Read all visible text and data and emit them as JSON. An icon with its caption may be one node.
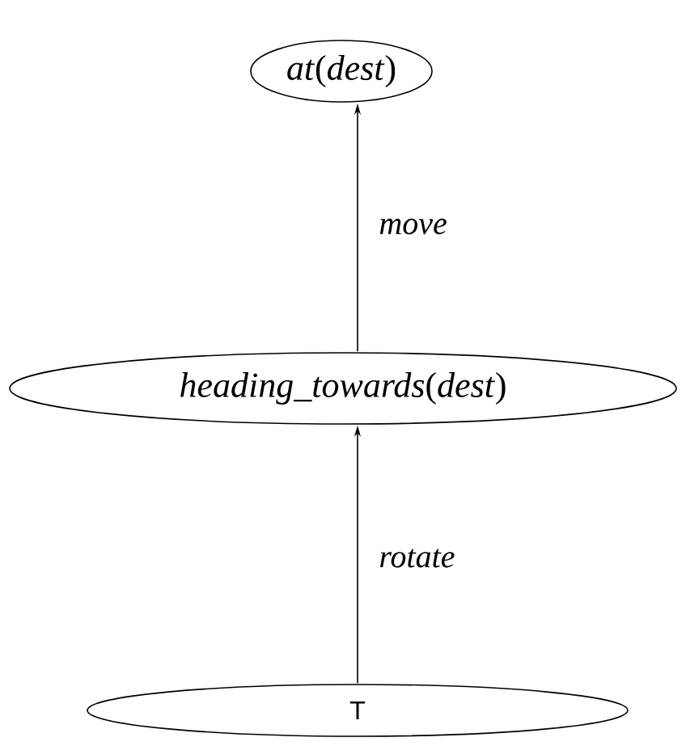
{
  "diagram": {
    "nodes": [
      {
        "text": [
          "*at*(*dest*)"
        ]
      },
      {
        "text": [
          "*heading_towards*(*dest*)"
        ]
      },
      {
        "text": [
          "T"
        ]
      }
    ],
    "edges": [
      {
        "from": 2,
        "to": 1,
        "arrow": "to",
        "label": "rotate"
      },
      {
        "from": 1,
        "to": 0,
        "arrow": "to",
        "label": "move"
      }
    ]
  }
}
